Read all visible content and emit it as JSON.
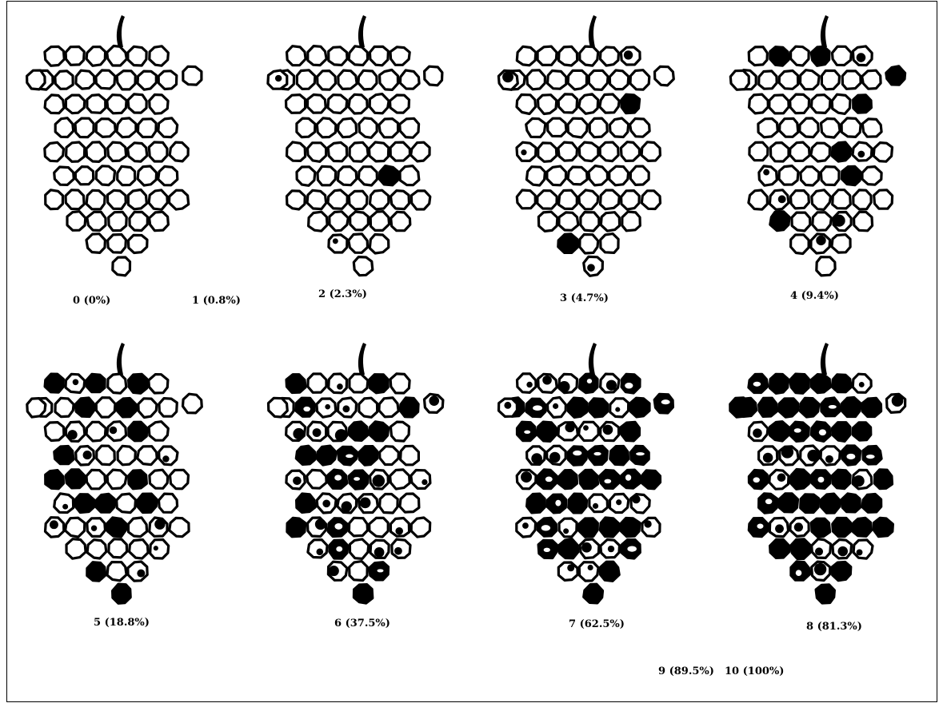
{
  "figure": {
    "ink_color": "#000000",
    "paper_color": "#ffffff",
    "clusters": [
      {
        "class": 0,
        "damage_fraction": 0.0
      },
      {
        "class": 2,
        "damage_fraction": 0.023
      },
      {
        "class": 3,
        "damage_fraction": 0.047
      },
      {
        "class": 4,
        "damage_fraction": 0.094
      },
      {
        "class": 5,
        "damage_fraction": 0.188
      },
      {
        "class": 6,
        "damage_fraction": 0.375
      },
      {
        "class": 7,
        "damage_fraction": 0.625
      },
      {
        "class": 8,
        "damage_fraction": 0.813
      }
    ],
    "labels": {
      "c0": "0 (0%)",
      "c1": "1 (0.8%)",
      "c2": "2 (2.3%)",
      "c3": "3 (4.7%)",
      "c4": "4 (9.4%)",
      "c5": "5 (18.8%)",
      "c6": "6 (37.5%)",
      "c7": "7 (62.5%)",
      "c8": "8 (81.3%)",
      "c9": "9 (89.5%)",
      "c10": "10 (100%)"
    }
  }
}
